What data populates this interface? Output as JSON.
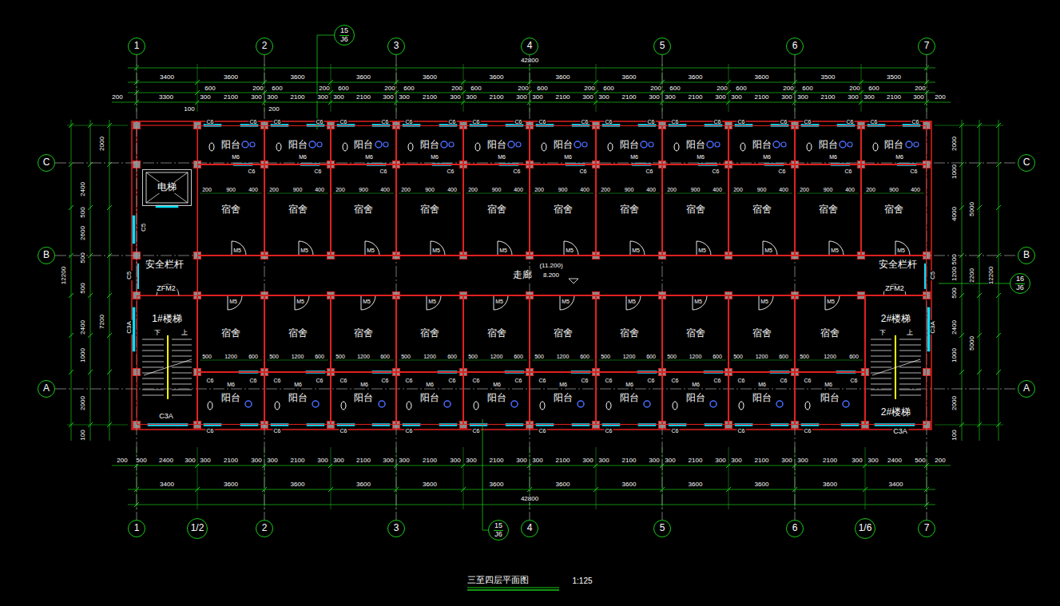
{
  "diagram": {
    "title": "三至四层平面图",
    "nodes": [
      {
        "text": [
          "1"
        ]
      },
      {
        "text": [
          "2"
        ]
      },
      {
        "text": [
          "3"
        ]
      },
      {
        "text": [
          "4"
        ]
      },
      {
        "text": [
          "5"
        ]
      },
      {
        "text": [
          "6"
        ]
      },
      {
        "text": [
          "7"
        ]
      },
      {
        "text": [
          "15",
          "J6"
        ]
      },
      {
        "text": [
          "C"
        ]
      },
      {
        "text": [
          "B"
        ]
      },
      {
        "text": [
          "A"
        ]
      },
      {
        "text": [
          "C"
        ]
      },
      {
        "text": [
          "B"
        ]
      },
      {
        "text": [
          "A"
        ]
      },
      {
        "text": [
          "16",
          "J6"
        ]
      },
      {
        "text": [
          "阳台"
        ]
      },
      {
        "text": [
          "阳台"
        ]
      },
      {
        "text": [
          "阳台"
        ]
      },
      {
        "text": [
          "阳台"
        ]
      },
      {
        "text": [
          "阳台"
        ]
      },
      {
        "text": [
          "阳台"
        ]
      },
      {
        "text": [
          "阳台"
        ]
      },
      {
        "text": [
          "阳台"
        ]
      },
      {
        "text": [
          "阳台"
        ]
      },
      {
        "text": [
          "阳台"
        ]
      },
      {
        "text": [
          "阳台"
        ]
      },
      {
        "text": [
          "宿舍"
        ]
      },
      {
        "text": [
          "宿舍"
        ]
      },
      {
        "text": [
          "宿舍"
        ]
      },
      {
        "text": [
          "宿舍"
        ]
      },
      {
        "text": [
          "宿舍"
        ]
      },
      {
        "text": [
          "宿舍"
        ]
      },
      {
        "text": [
          "宿舍"
        ]
      },
      {
        "text": [
          "宿舍"
        ]
      },
      {
        "text": [
          "宿舍"
        ]
      },
      {
        "text": [
          "宿舍"
        ]
      },
      {
        "text": [
          "宿舍"
        ]
      },
      {
        "text": [
          "电梯"
        ]
      },
      {
        "text": [
          "走廊"
        ]
      },
      {
        "text": [
          "1#楼梯"
        ]
      },
      {
        "text": [
          "2#楼梯",
          "2#楼梯"
        ]
      },
      {
        "text": [
          "宿舍"
        ]
      },
      {
        "text": [
          "宿舍"
        ]
      },
      {
        "text": [
          "宿舍"
        ]
      },
      {
        "text": [
          "宿舍"
        ]
      },
      {
        "text": [
          "宿舍"
        ]
      },
      {
        "text": [
          "宿舍"
        ]
      },
      {
        "text": [
          "宿舍"
        ]
      },
      {
        "text": [
          "宿舍"
        ]
      },
      {
        "text": [
          "宿舍"
        ]
      },
      {
        "text": [
          "宿舍"
        ]
      },
      {
        "text": [
          "阳台"
        ]
      },
      {
        "text": [
          "阳台"
        ]
      },
      {
        "text": [
          "阳台"
        ]
      },
      {
        "text": [
          "阳台"
        ]
      },
      {
        "text": [
          "阳台"
        ]
      },
      {
        "text": [
          "阳台"
        ]
      },
      {
        "text": [
          "阳台"
        ]
      },
      {
        "text": [
          "阳台"
        ]
      },
      {
        "text": [
          "阳台"
        ]
      },
      {
        "text": [
          "阳台"
        ]
      },
      {
        "text": [
          "1"
        ]
      },
      {
        "text": [
          "1/2"
        ]
      },
      {
        "text": [
          "2"
        ]
      },
      {
        "text": [
          "3"
        ]
      },
      {
        "text": [
          "4"
        ]
      },
      {
        "text": [
          "5"
        ]
      },
      {
        "text": [
          "6"
        ]
      },
      {
        "text": [
          "1/6"
        ]
      },
      {
        "text": [
          "7"
        ]
      },
      {
        "text": [
          "15",
          "J6"
        ]
      }
    ],
    "edges": [
      {
        "from": 0,
        "to": 61,
        "arrow": "none"
      },
      {
        "from": 1,
        "to": 63,
        "arrow": "none"
      },
      {
        "from": 2,
        "to": 64,
        "arrow": "none"
      },
      {
        "from": 3,
        "to": 65,
        "arrow": "none"
      },
      {
        "from": 4,
        "to": 66,
        "arrow": "none"
      },
      {
        "from": 5,
        "to": 67,
        "arrow": "none"
      },
      {
        "from": 6,
        "to": 69,
        "arrow": "none"
      },
      {
        "from": 8,
        "to": 11,
        "arrow": "none"
      },
      {
        "from": 9,
        "to": 12,
        "arrow": "none"
      },
      {
        "from": 10,
        "to": 13,
        "arrow": "none"
      }
    ],
    "labels": [
      "42800",
      "3400",
      "3600",
      "3600",
      "3600",
      "3600",
      "3600",
      "3600",
      "3600",
      "3600",
      "3600",
      "3500",
      "3500",
      "600",
      "200",
      "600",
      "200",
      "600",
      "200",
      "600",
      "200",
      "600",
      "200",
      "600",
      "200",
      "600",
      "200",
      "600",
      "200",
      "600",
      "200",
      "600",
      "200",
      "600",
      "200",
      "200",
      "3300",
      "300",
      "2100",
      "300",
      "300",
      "2100",
      "300",
      "300",
      "2100",
      "300",
      "300",
      "2100",
      "300",
      "300",
      "2100",
      "300",
      "300",
      "2100",
      "300",
      "300",
      "2100",
      "300",
      "300",
      "2100",
      "300",
      "300",
      "2100",
      "300",
      "300",
      "2100",
      "300",
      "300",
      "2100",
      "300",
      "200",
      "100",
      "200",
      "2000",
      "2400",
      "500",
      "2600",
      "500",
      "12200",
      "500",
      "2400",
      "7200",
      "1000",
      "2000",
      "100",
      "2000",
      "1000",
      "4000",
      "5000",
      "500",
      "1200",
      "2200",
      "12200",
      "500",
      "2400",
      "5000",
      "1000",
      "2000",
      "100",
      "200",
      "500",
      "2400",
      "300",
      "300",
      "2100",
      "300",
      "300",
      "2100",
      "300",
      "300",
      "2100",
      "300",
      "300",
      "2100",
      "300",
      "300",
      "2100",
      "300",
      "300",
      "2100",
      "300",
      "300",
      "2100",
      "300",
      "300",
      "2100",
      "300",
      "300",
      "2100",
      "300",
      "300",
      "2100",
      "300",
      "300",
      "2400",
      "500",
      "200",
      "3400",
      "3600",
      "3600",
      "3600",
      "3600",
      "3600",
      "3600",
      "3600",
      "3600",
      "3600",
      "3600",
      "3400",
      "42800",
      "200",
      "900",
      "400",
      "200",
      "900",
      "400",
      "200",
      "900",
      "400",
      "200",
      "900",
      "400",
      "200",
      "900",
      "400",
      "200",
      "900",
      "400",
      "200",
      "900",
      "400",
      "200",
      "900",
      "400",
      "200",
      "900",
      "400",
      "200",
      "900",
      "400",
      "200",
      "900",
      "400",
      "500",
      "1200",
      "600",
      "500",
      "1200",
      "600",
      "500",
      "1200",
      "600",
      "500",
      "1200",
      "600",
      "500",
      "1200",
      "600",
      "500",
      "1200",
      "600",
      "500",
      "1200",
      "600",
      "500",
      "1200",
      "600",
      "500",
      "1200",
      "600",
      "500",
      "1200",
      "600",
      "M5",
      "M5",
      "M5",
      "M5",
      "M5",
      "M5",
      "M5",
      "M5",
      "M5",
      "M5",
      "M5",
      "M5",
      "M5",
      "M5",
      "M5",
      "M5",
      "M5",
      "M5",
      "M5",
      "M5",
      "M5",
      "C6",
      "C6",
      "C6",
      "C6",
      "C6",
      "C6",
      "C6",
      "C6",
      "C6",
      "C6",
      "C6",
      "C6",
      "C6",
      "C6",
      "C6",
      "C6",
      "C6",
      "C6",
      "C6",
      "C6",
      "C6",
      "C6",
      "M6",
      "M6",
      "M6",
      "M6",
      "M6",
      "M6",
      "M6",
      "M6",
      "M6",
      "M6",
      "M6",
      "C6",
      "C6",
      "C6",
      "C6",
      "C6",
      "C6",
      "C6",
      "C6",
      "C6",
      "C6",
      "C6",
      "C6",
      "C6",
      "C6",
      "C6",
      "C6",
      "C6",
      "C6",
      "C6",
      "C6",
      "C6",
      "C6",
      "C6",
      "C6",
      "C6",
      "C6",
      "C6",
      "C6",
      "C6",
      "C6",
      "C6",
      "M6",
      "M6",
      "M6",
      "M6",
      "M6",
      "M6",
      "M6",
      "M6",
      "M6",
      "M6",
      "C6",
      "C6",
      "C6",
      "C6",
      "C6",
      "C6",
      "C6",
      "C6",
      "C6",
      "C6",
      "安全栏杆",
      "安全栏杆",
      "C5",
      "C5",
      "C5",
      "ZFM2",
      "ZFM2",
      "C3A",
      "C3A",
      "C3A",
      "C3A",
      "下",
      "上",
      "下",
      "上",
      "(11.200)",
      "8.200",
      "1:125"
    ]
  }
}
